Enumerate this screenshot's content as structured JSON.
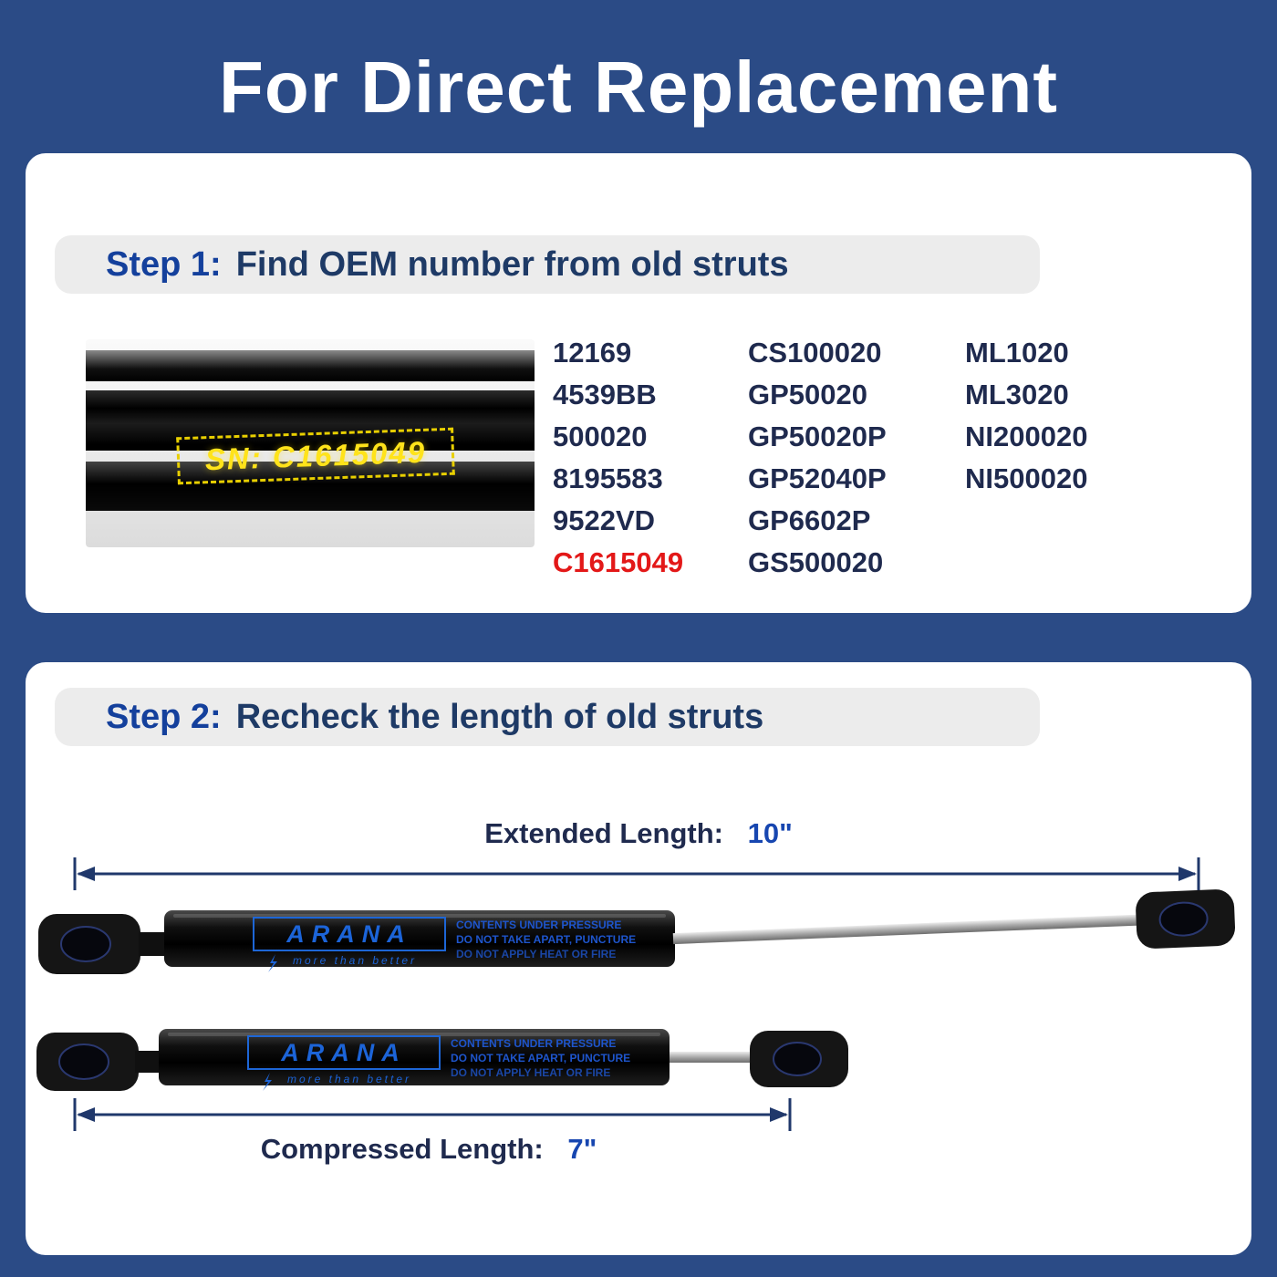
{
  "header": {
    "title": "For Direct Replacement"
  },
  "step1": {
    "label": "Step 1:",
    "title": "Find OEM number from old struts",
    "sn_text": "SN: C1615049",
    "oem_col1": [
      "12169",
      "4539BB",
      "500020",
      "8195583",
      "9522VD",
      "C1615049"
    ],
    "oem_col2": [
      "CS100020",
      "GP50020",
      "GP50020P",
      "GP52040P",
      "GP6602P",
      "GS500020"
    ],
    "oem_col3": [
      "ML1020",
      "ML3020",
      "NI200020",
      "NI500020"
    ],
    "highlighted_oem": "C1615049"
  },
  "step2": {
    "label": "Step 2:",
    "title": "Recheck the length of old struts",
    "extended_label": "Extended Length:",
    "extended_value": "10\"",
    "compressed_label": "Compressed Length:",
    "compressed_value": "7\""
  },
  "strut": {
    "brand": "ARANA",
    "tagline": "more than better",
    "warning_line1": "CONTENTS UNDER PRESSURE",
    "warning_line2": "DO NOT TAKE APART, PUNCTURE",
    "warning_line3": "DO NOT APPLY HEAT OR FIRE"
  },
  "colors": {
    "background_blue": "#2b4b86",
    "accent_blue": "#14409c",
    "navy_text": "#1f2a4e",
    "highlight_red": "#e31818",
    "sn_yellow": "#ffe31a",
    "arana_blue": "#1c64d8"
  }
}
